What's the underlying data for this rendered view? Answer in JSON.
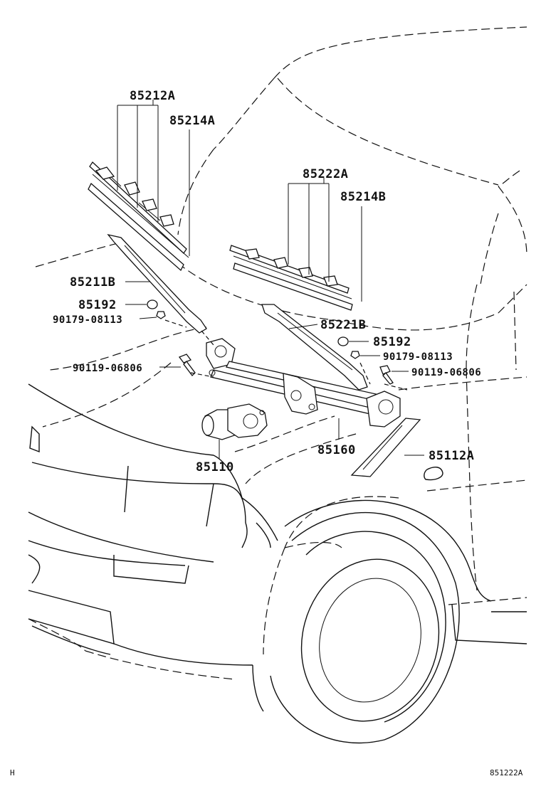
{
  "labels": {
    "blade_assy_left": "85212A",
    "blade_rubber_left": "85214A",
    "blade_assy_right": "85222A",
    "blade_rubber_right": "85214B",
    "arm_left": "85211B",
    "cap_left": "85192",
    "nut_left": "90179-08113",
    "bolt_left": "90119-06806",
    "arm_right": "85221B",
    "cap_right": "85192",
    "nut_right": "90179-08113",
    "bolt_right": "90119-06806",
    "link_assy": "85160",
    "motor": "85110",
    "cowl_seal": "85112A"
  },
  "footer": {
    "left_code": "H",
    "right_code": "851222A"
  }
}
